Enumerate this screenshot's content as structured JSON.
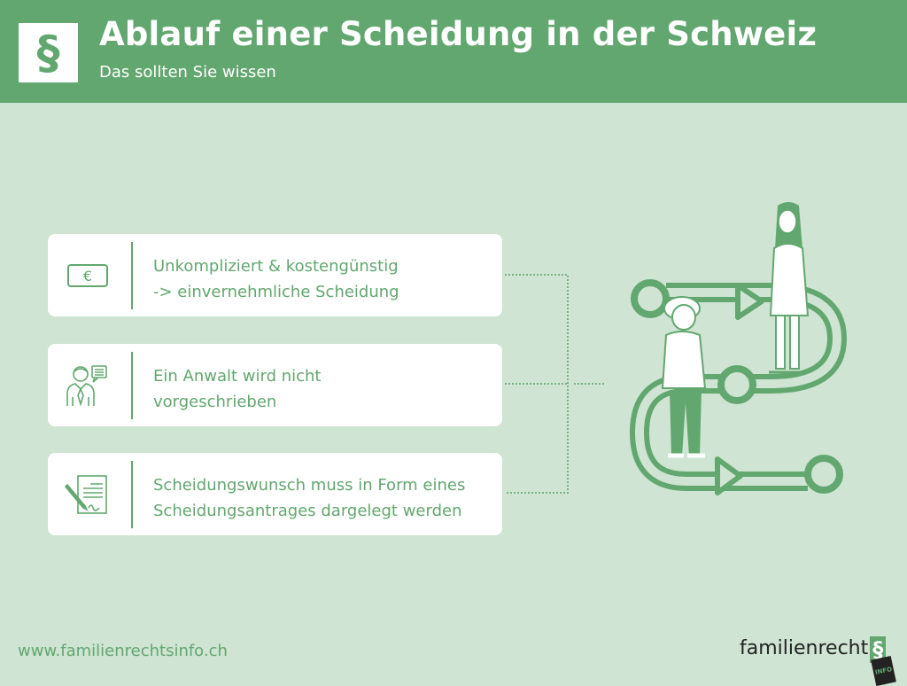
{
  "header": {
    "logo_symbol": "§",
    "title": "Ablauf einer Scheidung in der Schweiz",
    "subtitle": "Das sollten Sie wissen"
  },
  "cards": [
    {
      "icon": "euro-note-icon",
      "euro_symbol": "€",
      "line1": "Unkompliziert & kostengünstig",
      "line2": "-> einvernehmliche Scheidung"
    },
    {
      "icon": "lawyer-speech-icon",
      "line1": "Ein Anwalt wird nicht",
      "line2": "vorgeschrieben"
    },
    {
      "icon": "document-pen-icon",
      "line1": "Scheidungswunsch muss in Form eines",
      "line2": "Scheidungsantrages dargelegt werden"
    }
  ],
  "footer": {
    "url": "www.familienrechtsinfo.ch",
    "brand_text": "familienrecht",
    "brand_symbol": "§",
    "brand_tag": "INFO"
  },
  "colors": {
    "primary_green": "#62a76f",
    "background": "#cfe4d3",
    "card_bg": "#ffffff",
    "brand_text": "#222222"
  }
}
